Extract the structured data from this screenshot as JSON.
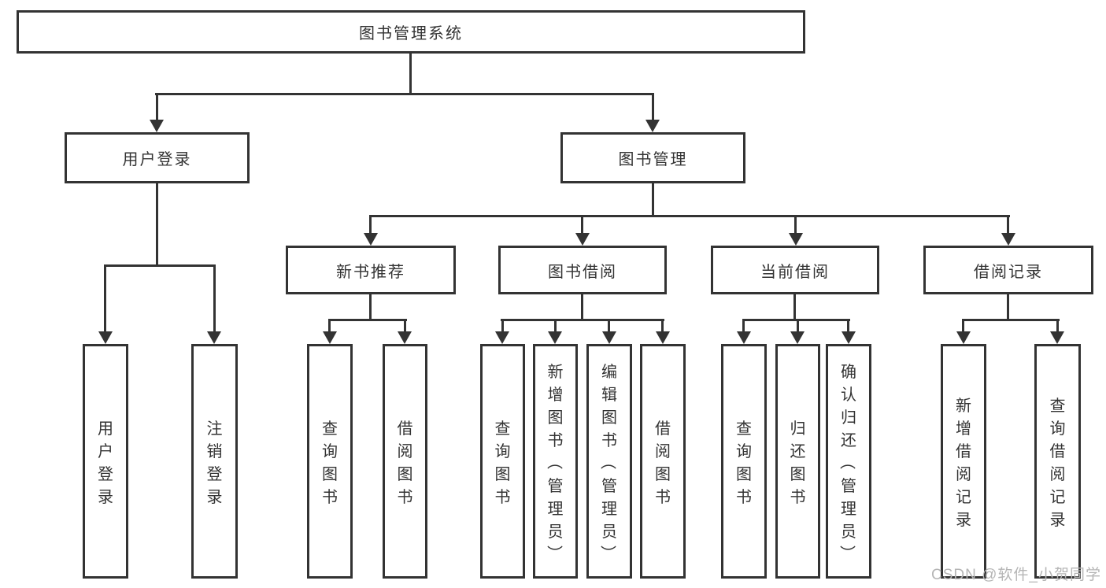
{
  "diagram": {
    "root": {
      "label": "图书管理系统"
    },
    "level2": [
      {
        "label": "用户登录"
      },
      {
        "label": "图书管理"
      }
    ],
    "level3": [
      {
        "label": "新书推荐"
      },
      {
        "label": "图书借阅"
      },
      {
        "label": "当前借阅"
      },
      {
        "label": "借阅记录"
      }
    ],
    "leaves": {
      "user_login": [
        "用户登录",
        "注销登录"
      ],
      "new_book": [
        "查询图书",
        "借阅图书"
      ],
      "book_borrow": [
        "查询图书",
        "新增图书（管理员）",
        "编辑图书（管理员）",
        "借阅图书"
      ],
      "current_borrow": [
        "查询图书",
        "归还图书",
        "确认归还（管理员）"
      ],
      "borrow_record": [
        "新增借阅记录",
        "查询借阅记录"
      ]
    }
  },
  "watermark": "CSDN @软件_小贺同学",
  "colors": {
    "line": "#333333",
    "text": "#333333",
    "watermark": "#b5b5b5",
    "background": "#ffffff"
  }
}
